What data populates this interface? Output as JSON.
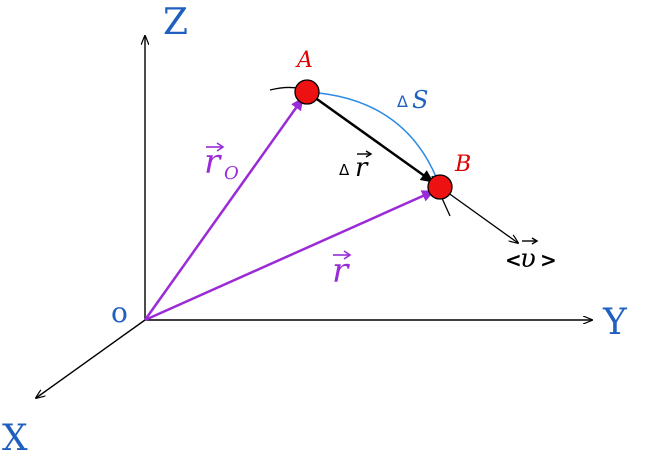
{
  "colors": {
    "axis": "#000000",
    "axis_label": "#1f5fbf",
    "position_vector": "#9a2bd6",
    "displacement": "#000000",
    "arc": "#2a8ae6",
    "point_fill": "#ee1111",
    "point_label": "#dd0000",
    "velocity": "#000000"
  },
  "axes": {
    "z_label": "Z",
    "y_label": "Y",
    "x_label": "X",
    "origin_label": "o"
  },
  "points": {
    "a_label": "A",
    "b_label": "B"
  },
  "vectors": {
    "r0_symbol": "r",
    "r0_subscript": "O",
    "r_symbol": "r",
    "delta_r_delta": "Δ",
    "delta_r_symbol": "r",
    "arc_delta": "Δ",
    "arc_symbol": "S",
    "velocity_open": "<",
    "velocity_symbol": "υ",
    "velocity_close": ">"
  }
}
